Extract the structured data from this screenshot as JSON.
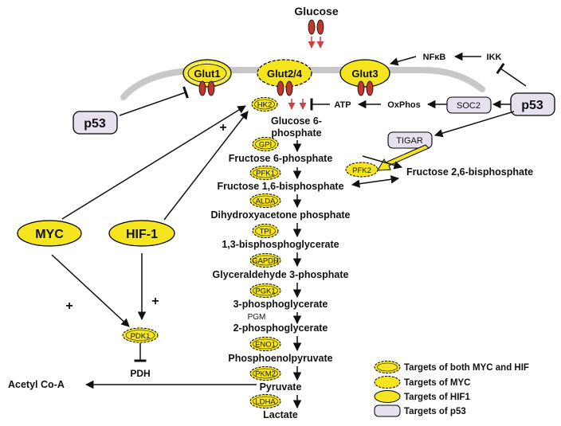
{
  "glucose": "Glucose",
  "transporters": {
    "glut1": "Glut1",
    "glut24": "Glut2/4",
    "glut3": "Glut3"
  },
  "regulators": {
    "p53_left": "p53",
    "p53_right": "p53",
    "myc": "MYC",
    "hif1": "HIF-1",
    "nfkb": "NFκB",
    "ikk": "IKK",
    "atp": "ATP",
    "oxphos": "OxPhos",
    "soc2": "SOC2",
    "tigar": "TIGAR",
    "pfk2": "PFK2",
    "pdk1": "PDK1",
    "pdh": "PDH",
    "acetyl_coa": "Acetyl Co-A",
    "plus1": "+",
    "plus2": "+",
    "plus3": "+"
  },
  "pathway": {
    "metabolites": [
      "Glucose 6-",
      "phosphate",
      "Fructose 6-phosphate",
      "Fructose 1,6-bisphosphate",
      "Dihydroxyacetone phosphate",
      "1,3-bisphosphoglycerate",
      "Glyceraldehyde 3-phosphate",
      "3-phosphoglycerate",
      "2-phosphoglycerate",
      "Phosphoenolpyruvate",
      "Pyruvate",
      "Lactate"
    ],
    "f26bp": "Fructose 2,6-bisphosphate",
    "pgm": "PGM",
    "enzymes": [
      "HK2",
      "GPI",
      "PFK1",
      "ALDA",
      "TPI",
      "GAPDH",
      "PGK1",
      "ENO1",
      "PKM2",
      "LDHA"
    ]
  },
  "legend": [
    {
      "label": "Targets of both MYC and HIF",
      "style": "both"
    },
    {
      "label": "Targets of MYC",
      "style": "myc"
    },
    {
      "label": "Targets of HIF1",
      "style": "hif"
    },
    {
      "label": "Targets of p53",
      "style": "p53"
    }
  ],
  "colors": {
    "yellow": "#f5e51e",
    "channel_red": "#c0392b",
    "lavender": "#e6e0ef",
    "membrane": "#c8c8c8"
  }
}
